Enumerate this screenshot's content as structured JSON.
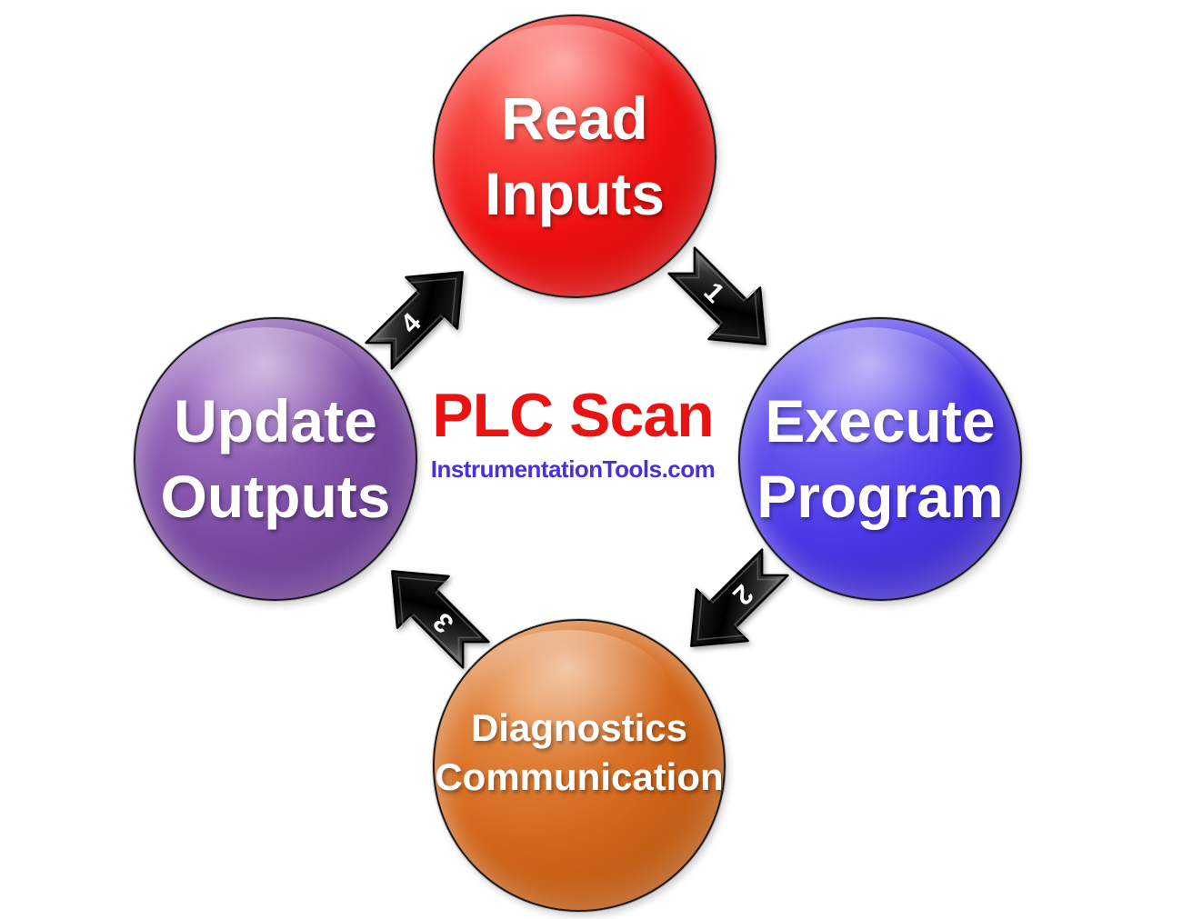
{
  "background_color": "#ffffff",
  "title": {
    "heading": "PLC Scan",
    "heading_color": "#e81414",
    "website": "InstrumentationTools.com",
    "website_color": "#4731d9"
  },
  "nodes": [
    {
      "name": "read-inputs",
      "line1": "Read",
      "line2": "Inputs",
      "color": "#ee1111",
      "color_light": "#ff655a",
      "color_dark": "#c20c0c",
      "text_color": "#ffffff"
    },
    {
      "name": "execute-program",
      "line1": "Execute",
      "line2": "Program",
      "color": "#4b38e6",
      "color_light": "#7e6ef5",
      "color_dark": "#3423b2",
      "text_color": "#ffffff"
    },
    {
      "name": "diagnostics-communication",
      "line1": "Diagnostics",
      "line2": "Communication",
      "color": "#d2661a",
      "color_light": "#e8924e",
      "color_dark": "#a84e0e",
      "text_color": "#ffffff"
    },
    {
      "name": "update-outputs",
      "line1": "Update",
      "line2": "Outputs",
      "color": "#7b4ba3",
      "color_light": "#a577c9",
      "color_dark": "#5b3282",
      "text_color": "#ffffff"
    }
  ],
  "arrows": [
    {
      "number": "1",
      "direction": "southeast",
      "from": "Read Inputs",
      "to": "Execute Program"
    },
    {
      "number": "2",
      "direction": "southwest",
      "from": "Execute Program",
      "to": "Diagnostics Communication"
    },
    {
      "number": "3",
      "direction": "northwest",
      "from": "Diagnostics Communication",
      "to": "Update Outputs"
    },
    {
      "number": "4",
      "direction": "northeast",
      "from": "Update Outputs",
      "to": "Read Inputs"
    }
  ],
  "arrow_style": {
    "fill": "#0a0a0a",
    "bevel": "#8a8a8a",
    "number_color": "#ffffff"
  }
}
